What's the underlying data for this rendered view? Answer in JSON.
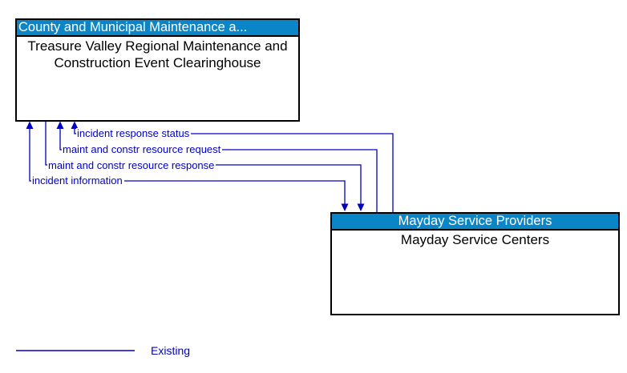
{
  "entities": {
    "clearinghouse": {
      "header": "County and Municipal Maintenance a...",
      "name": "Treasure Valley Regional Maintenance and Construction Event Clearinghouse"
    },
    "mayday": {
      "header": "Mayday Service Providers",
      "name": "Mayday Service Centers"
    }
  },
  "flows": [
    {
      "label": "incident response status",
      "direction": "into-clearinghouse"
    },
    {
      "label": "maint and constr resource request",
      "direction": "into-clearinghouse"
    },
    {
      "label": "maint and constr resource response",
      "direction": "into-mayday"
    },
    {
      "label": "incident information",
      "direction": "bidirectional"
    }
  ],
  "legend": {
    "label": "Existing"
  },
  "colors": {
    "entity_header_bg": "#0a86c8",
    "entity_border": "#000000",
    "flow_line": "#0000c0",
    "flow_label_text": "#0000cc",
    "legend_text": "#0000cc"
  }
}
